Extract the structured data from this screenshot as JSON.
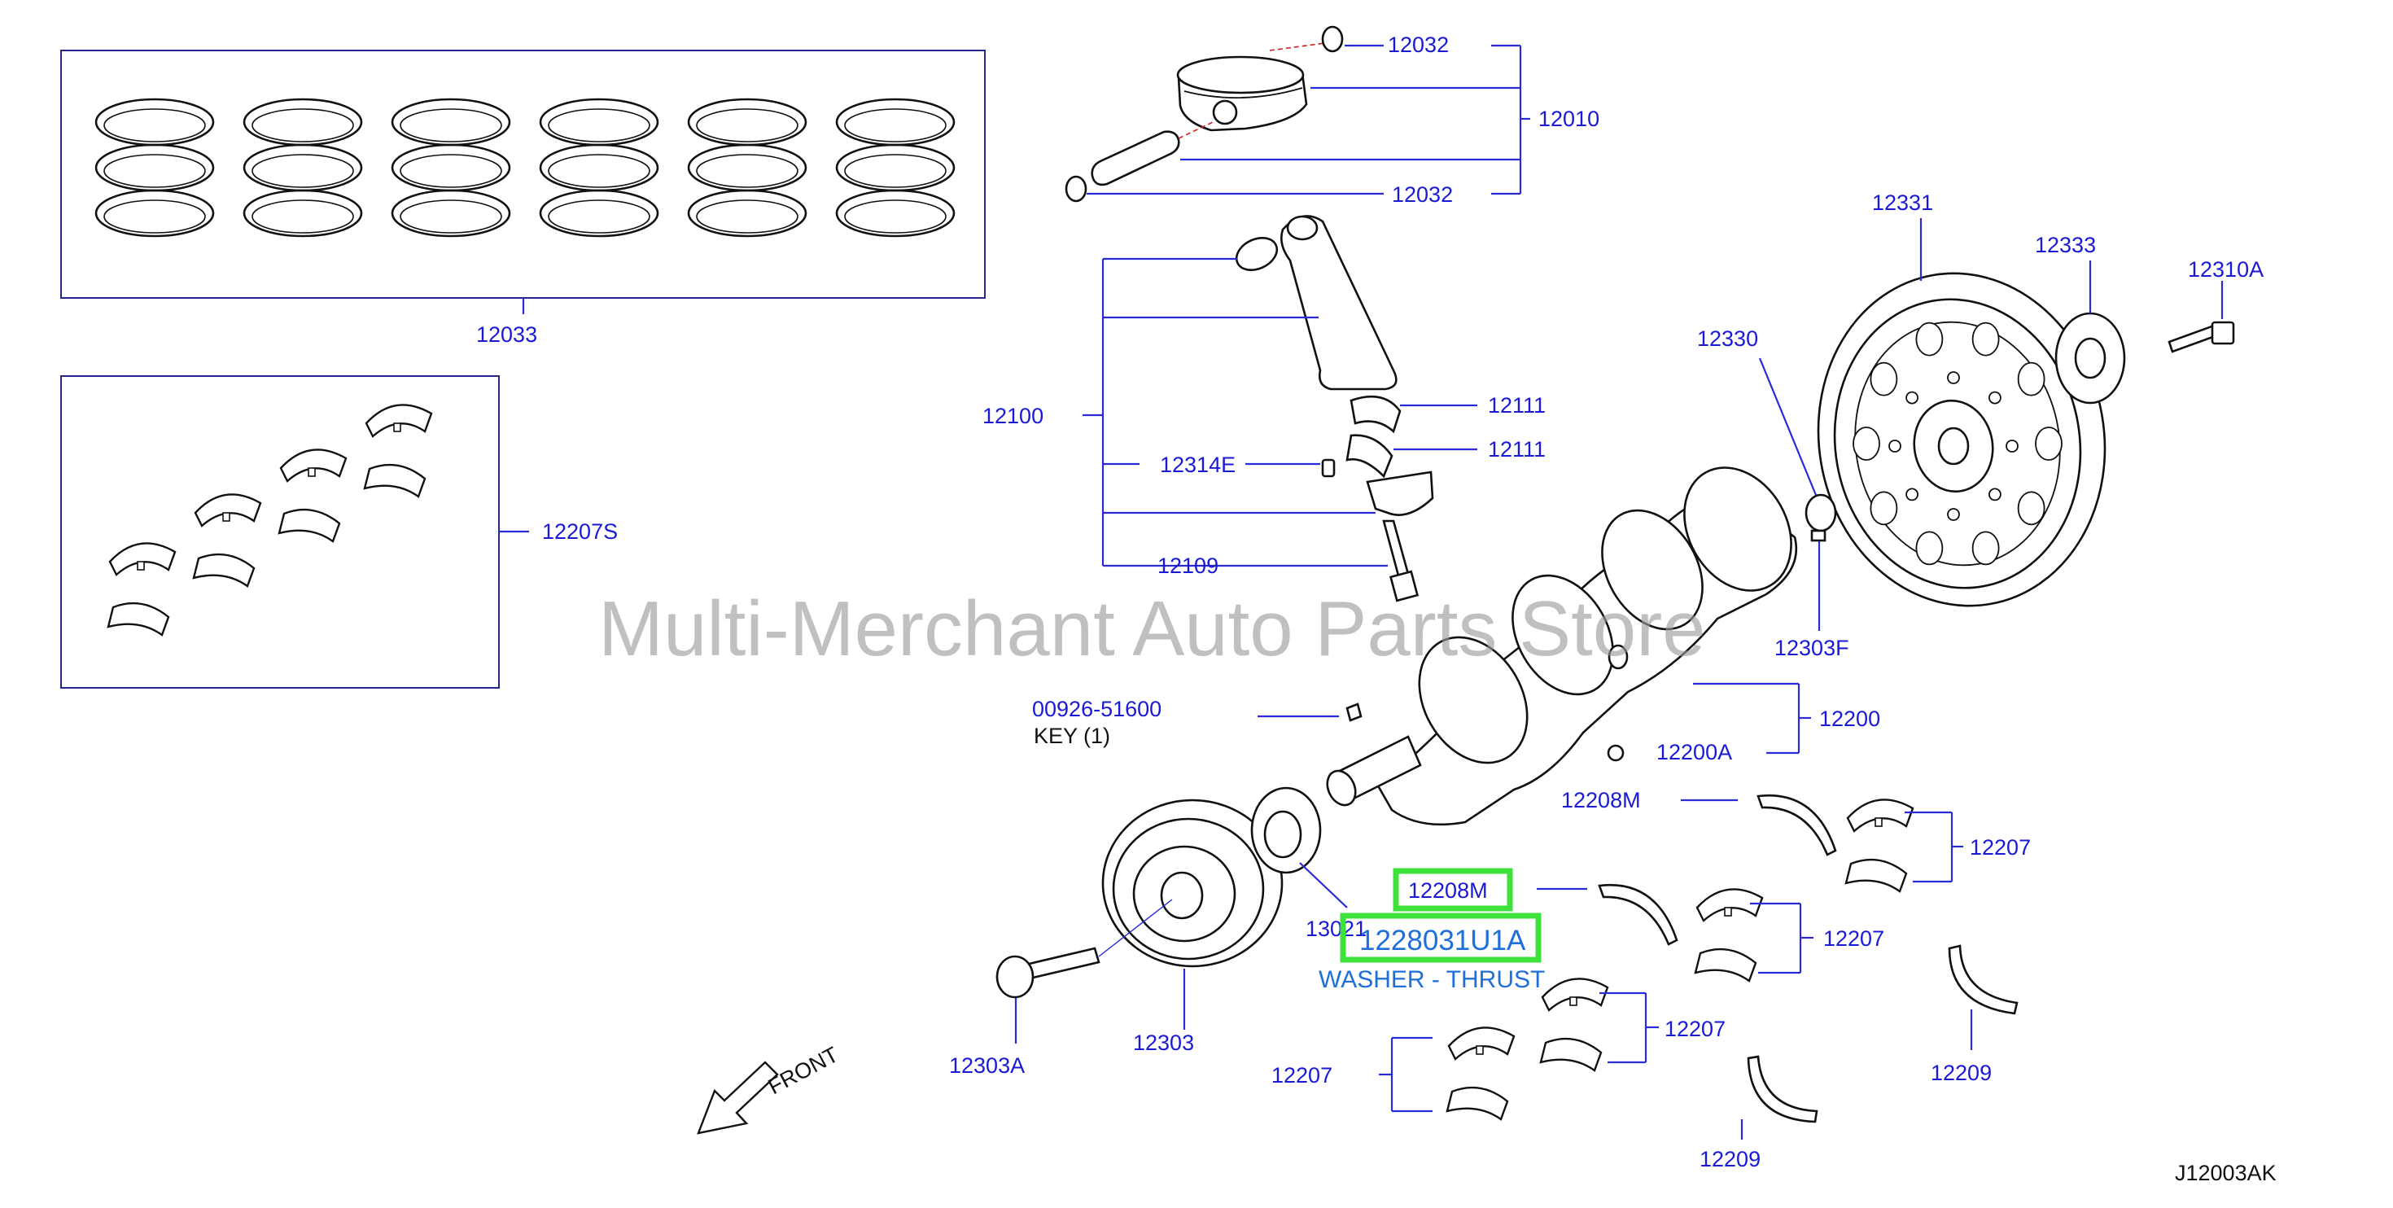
{
  "parts": {
    "p12032_top": "12032",
    "p12010": "12010",
    "p12032_bot": "12032",
    "p12033": "12033",
    "p12331": "12331",
    "p12333": "12333",
    "p12310A": "12310A",
    "p12330": "12330",
    "p12111_a": "12111",
    "p12111_b": "12111",
    "p12100": "12100",
    "p12314E": "12314E",
    "p12109": "12109",
    "p12207S": "12207S",
    "p12303F": "12303F",
    "p00926": "00926-51600",
    "key": "KEY   (1)",
    "p12200": "12200",
    "p12200A": "12200A",
    "p12208M_top": "12208M",
    "p12207_r1": "12207",
    "p12207_r2": "12207",
    "p12207_r3": "12207",
    "p12207_left": "12207",
    "p12209_right": "12209",
    "p12209_bot": "12209",
    "p13021": "13021",
    "p12303": "12303",
    "p12303A": "12303A",
    "front": "FRONT",
    "code": "J12003AK"
  },
  "highlight": {
    "part": "12208M",
    "number": "1228031U1A",
    "description": "WASHER - THRUST",
    "box_color": "#3ee23a",
    "text_color": "#1e6fd9"
  },
  "watermark": "Multi-Merchant Auto Parts Store",
  "colors": {
    "label": "#1a1ad6",
    "leader": "#2a2ad8",
    "line_art": "#111111"
  }
}
